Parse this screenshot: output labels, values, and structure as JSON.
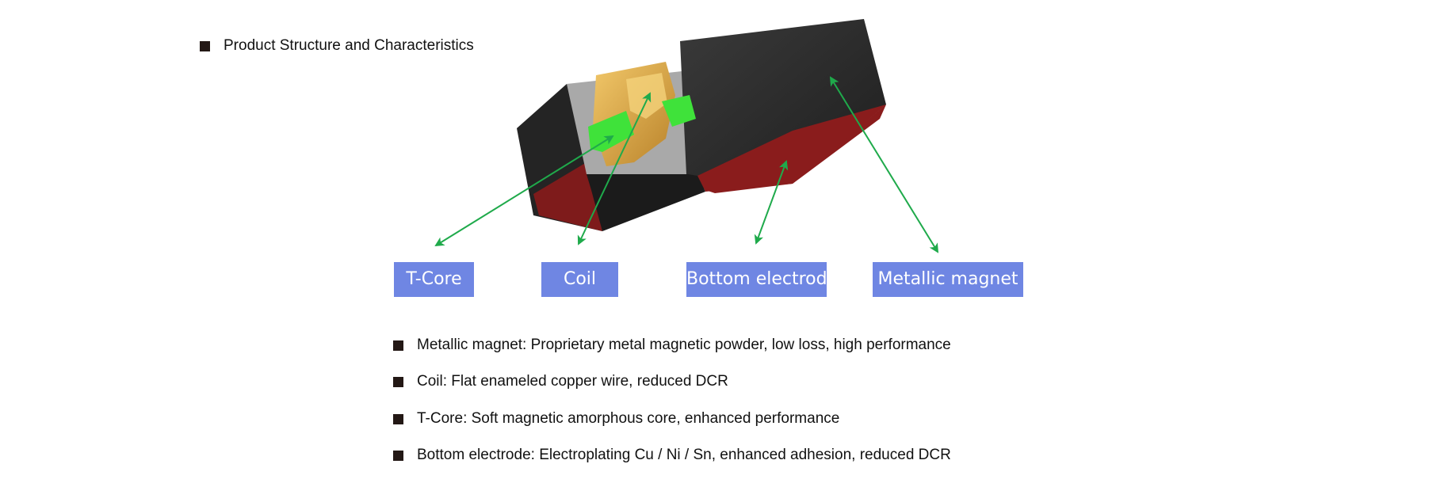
{
  "header": {
    "title": "Product Structure and Characteristics"
  },
  "callouts": [
    "T-Core",
    "Coil",
    "Bottom electrode",
    "Metallic magnet"
  ],
  "features": [
    "Metallic magnet: Proprietary metal magnetic powder, low loss, high performance",
    "Coil: Flat enameled copper wire, reduced DCR",
    "T-Core: Soft magnetic amorphous core, enhanced performance",
    "Bottom electrode: Electroplating Cu / Ni / Sn, enhanced adhesion, reduced DCR"
  ],
  "colors": {
    "label_fill": "#6f86e3",
    "arrow": "#1faa4b",
    "body": "#262626",
    "electrode": "#8a1c1c",
    "coil": "#d9a640",
    "core": "#3fe23a",
    "bullet": "#231815"
  }
}
